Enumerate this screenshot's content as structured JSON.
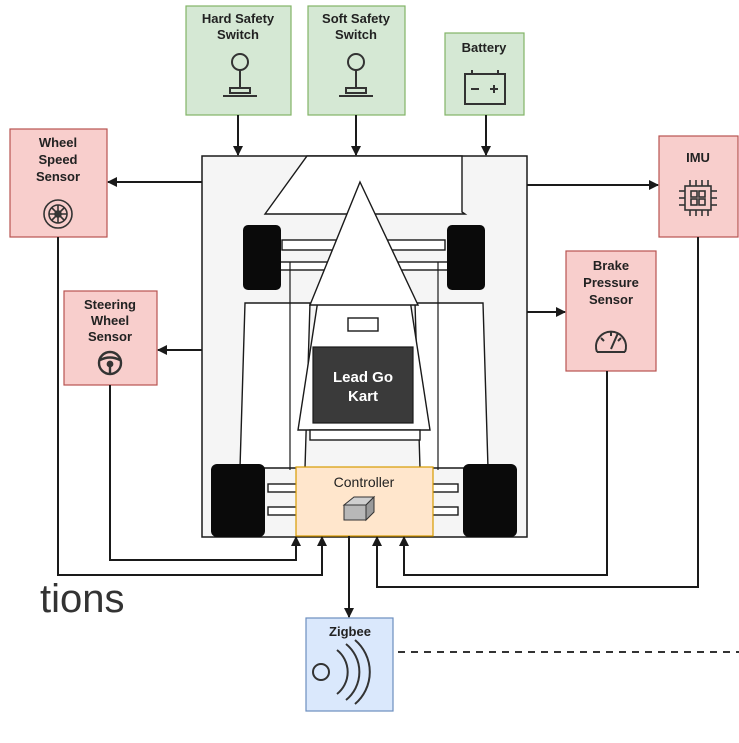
{
  "bodies": {
    "hard_safety": [
      "Hard Safety",
      "Switch"
    ],
    "soft_safety": [
      "Soft Safety",
      "Switch"
    ],
    "battery": "Battery",
    "wheel_speed": [
      "Wheel",
      "Speed",
      "Sensor"
    ],
    "imu": "IMU",
    "steering": [
      "Steering",
      "Wheel",
      "Sensor"
    ],
    "brake": [
      "Brake",
      "Pressure",
      "Sensor"
    ],
    "lead": [
      "Lead Go",
      "Kart"
    ],
    "controller": "Controller",
    "zigbee": "Zigbee",
    "partial_text": "tions"
  },
  "colors": {
    "green_fill": "#d5e8d4",
    "green_stroke": "#82b366",
    "red_fill": "#f8cecc",
    "red_stroke": "#b85450",
    "orange_fill": "#ffe6cc",
    "orange_stroke": "#d79b00",
    "blue_fill": "#dae8fc",
    "blue_stroke": "#6c8ebf",
    "kart_bg": "#f5f5f5",
    "dark_box": "#3a3a3a"
  },
  "icons": {
    "hard_safety": "joystick-icon",
    "soft_safety": "joystick-icon",
    "battery": "battery-icon",
    "wheel_speed": "wheel-icon",
    "imu": "chip-icon",
    "steering": "steering-wheel-icon",
    "brake": "gauge-icon",
    "controller": "cube-icon",
    "zigbee": "wireless-icon"
  }
}
